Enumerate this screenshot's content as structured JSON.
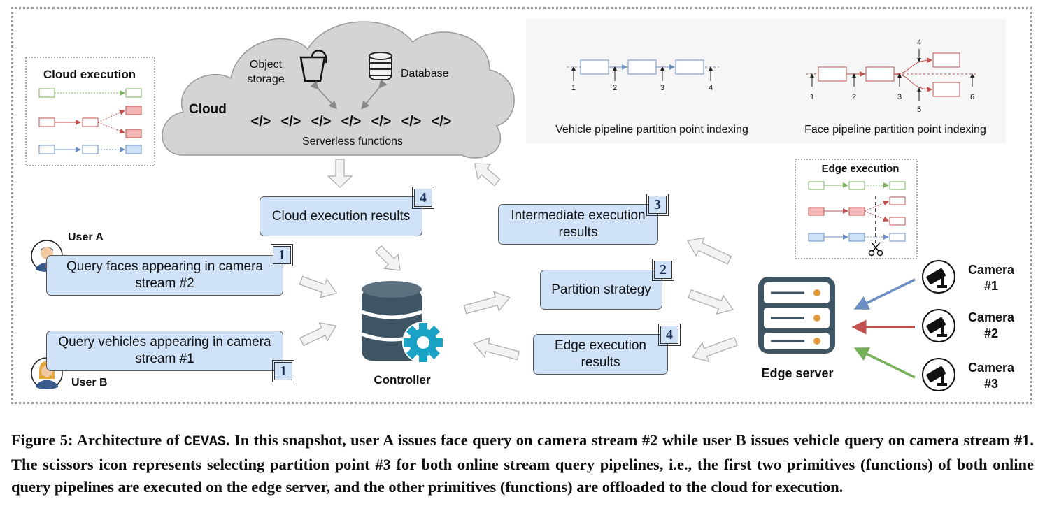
{
  "cloud": {
    "label": "Cloud",
    "object_storage": [
      "Object",
      "storage"
    ],
    "database": "Database",
    "serverless": "Serverless functions",
    "code_icon": "</>"
  },
  "cloud_legend": {
    "title": "Cloud execution"
  },
  "edge_legend": {
    "title": "Edge execution"
  },
  "vehicle_pipeline": {
    "caption": "Vehicle pipeline partition point indexing",
    "points": [
      "1",
      "2",
      "3",
      "4"
    ]
  },
  "face_pipeline": {
    "caption": "Face pipeline partition point indexing",
    "points": [
      "1",
      "2",
      "3",
      "4",
      "5",
      "6"
    ]
  },
  "boxes": {
    "cloud_results": "Cloud execution results",
    "intermediate": [
      "Intermediate execution",
      "results"
    ],
    "partition": "Partition strategy",
    "edge_results": [
      "Edge execution",
      "results"
    ],
    "query_a": [
      "Query faces appearing in camera",
      "stream #2"
    ],
    "query_b": [
      "Query vehicles appearing in camera",
      "stream #1"
    ]
  },
  "badges": {
    "cloud_results": "4",
    "intermediate": "3",
    "partition": "2",
    "edge_results": "4",
    "query_a": "1",
    "query_b": "1"
  },
  "users": {
    "a": "User A",
    "b": "User B"
  },
  "controller": "Controller",
  "edge_server": "Edge server",
  "cameras": [
    {
      "line1": "Camera",
      "line2": "#1"
    },
    {
      "line1": "Camera",
      "line2": "#2"
    },
    {
      "line1": "Camera",
      "line2": "#3"
    }
  ],
  "colors": {
    "blue": "#6b8fc4",
    "red": "#c0504d",
    "green": "#77b05b",
    "box": "#cfe2f8",
    "code": "#1aa3c7"
  },
  "caption": {
    "label": "Figure 5: Architecture of",
    "system": "CEVAS",
    "text1": ". In this snapshot, user A issues face query on camera stream #2 while user B issues vehicle query on camera stream #1. The scissors icon represents selecting partition point #3 for both online stream query pipelines, i.e., the first two primitives (functions) of both online query pipelines are executed on the edge server, and the other primitives (functions) are offloaded to the cloud for execution."
  }
}
